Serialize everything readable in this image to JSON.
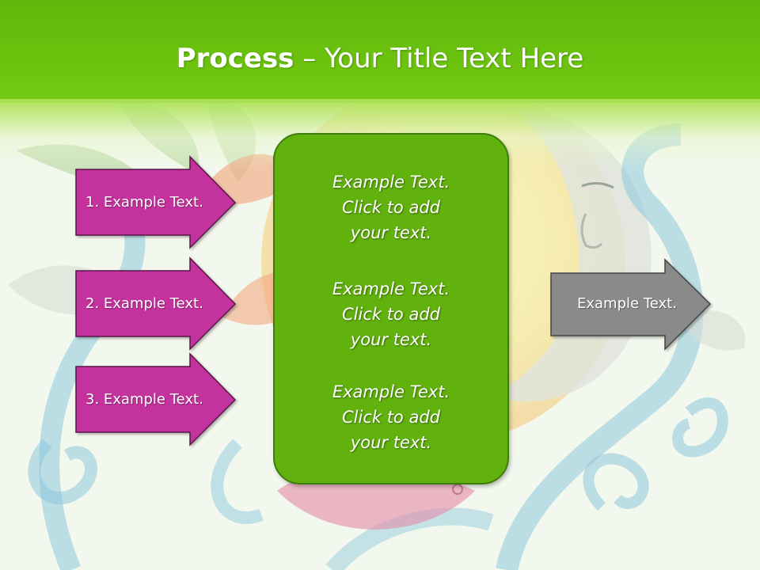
{
  "slide": {
    "title_bold": "Process",
    "title_rest": " – Your Title Text Here",
    "colors": {
      "header_green": "#66bf0d",
      "center_box_green": "#62b20e",
      "arrow_magenta": "#c4329d",
      "arrow_gray": "#8a8a8a"
    }
  },
  "left_arrows": [
    {
      "label": "1. Example Text."
    },
    {
      "label": "2. Example Text."
    },
    {
      "label": "3. Example Text."
    }
  ],
  "center_box": {
    "items": [
      {
        "line1": "Example Text.",
        "line2": "Click  to add",
        "line3": "your text."
      },
      {
        "line1": "Example Text.",
        "line2": "Click  to add",
        "line3": "your text."
      },
      {
        "line1": "Example Text.",
        "line2": "Click  to add",
        "line3": "your text."
      }
    ]
  },
  "right_arrow": {
    "label": "Example Text."
  }
}
